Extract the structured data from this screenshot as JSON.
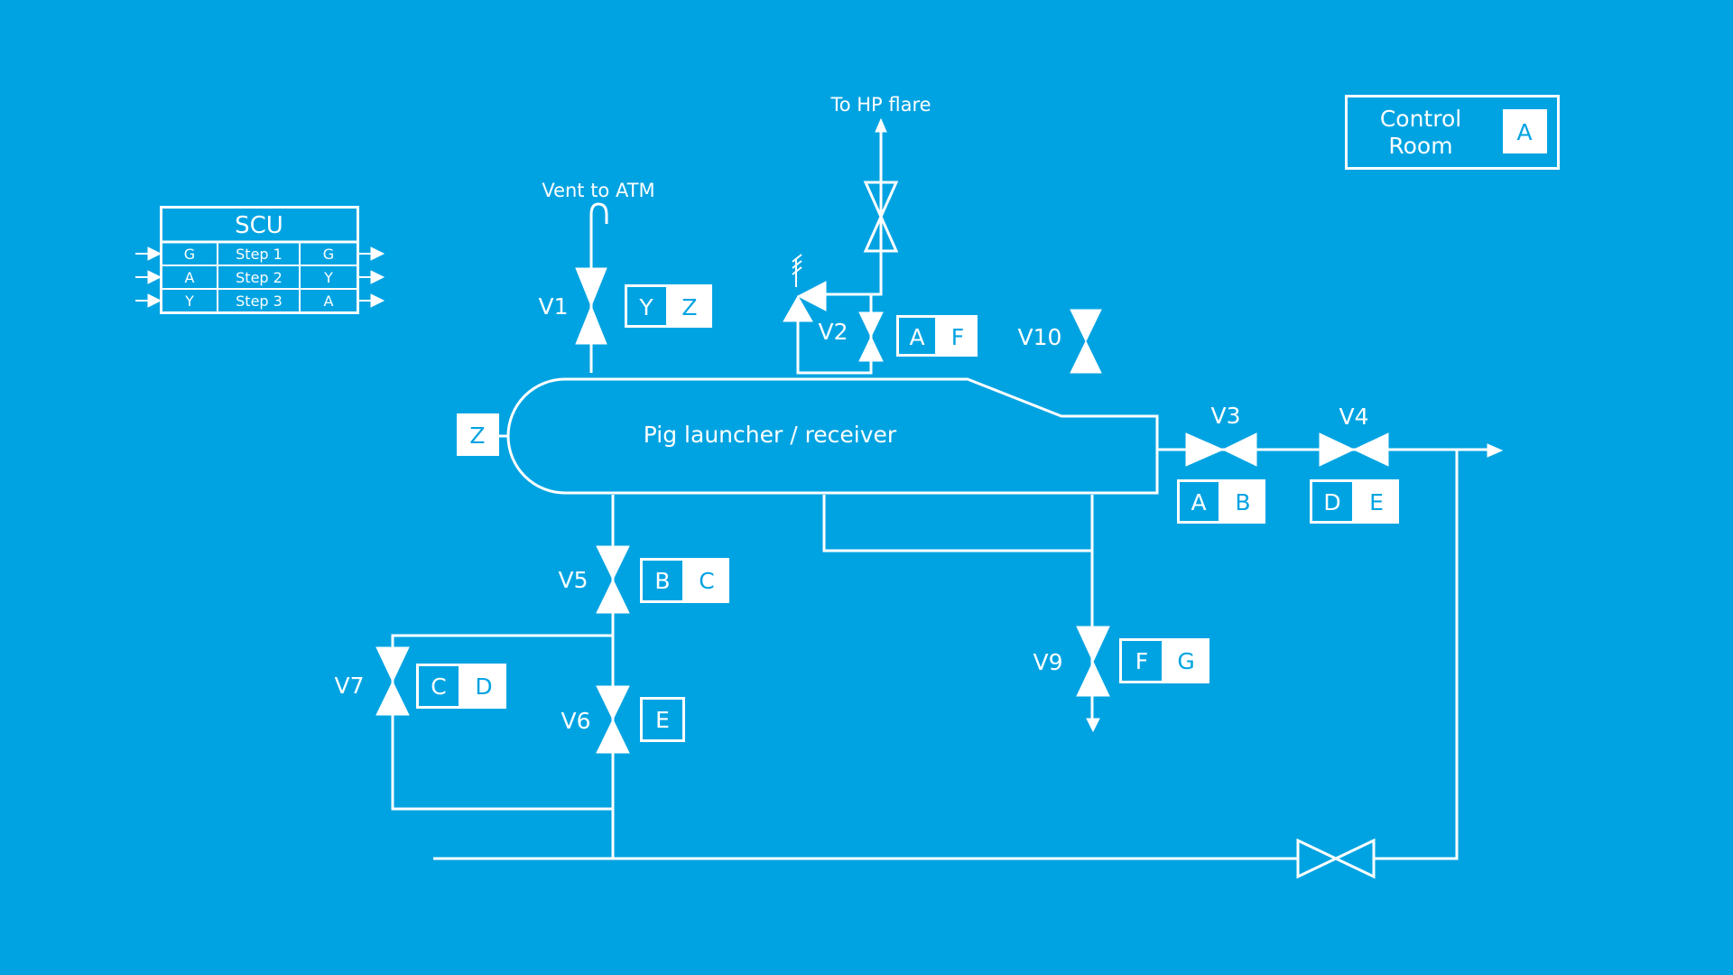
{
  "colors": {
    "background": "#00A3E2",
    "foreground": "#FFFFFF"
  },
  "labels": {
    "hp_flare": "To HP flare",
    "vent": "Vent to ATM",
    "vessel": "Pig launcher / receiver",
    "control_room_line1": "Control",
    "control_room_line2": "Room",
    "control_room_key": "A",
    "vessel_tag": "Z"
  },
  "scu": {
    "title": "SCU",
    "rows": [
      {
        "in": "G",
        "step": "Step 1",
        "out": "G"
      },
      {
        "in": "A",
        "step": "Step 2",
        "out": "Y"
      },
      {
        "in": "Y",
        "step": "Step 3",
        "out": "A"
      }
    ]
  },
  "valves": {
    "V1": {
      "label": "V1",
      "keys": [
        "Y",
        "Z"
      ]
    },
    "V2": {
      "label": "V2",
      "keys": [
        "A",
        "F"
      ]
    },
    "V3": {
      "label": "V3",
      "keys": [
        "A",
        "B"
      ]
    },
    "V4": {
      "label": "V4",
      "keys": [
        "D",
        "E"
      ]
    },
    "V5": {
      "label": "V5",
      "keys": [
        "B",
        "C"
      ]
    },
    "V6": {
      "label": "V6",
      "keys": [
        "E"
      ]
    },
    "V7": {
      "label": "V7",
      "keys": [
        "C",
        "D"
      ]
    },
    "V9": {
      "label": "V9",
      "keys": [
        "F",
        "G"
      ]
    },
    "V10": {
      "label": "V10",
      "keys": []
    }
  }
}
